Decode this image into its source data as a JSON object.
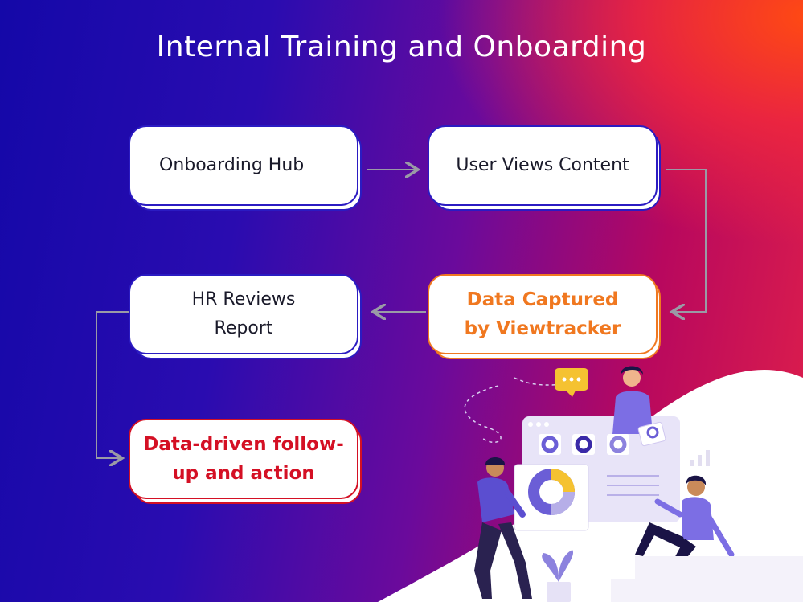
{
  "title": "Internal Training and Onboarding",
  "nodes": {
    "onboarding_hub": "Onboarding Hub",
    "user_views_content": "User Views Content",
    "data_captured": "Data Captured by Viewtracker",
    "hr_reviews": "HR Reviews Report",
    "data_driven": "Data-driven follow-up and action"
  },
  "colors": {
    "border": "#2b1bc2",
    "highlight_orange": "#f07820",
    "highlight_red": "#d41024",
    "arrow": "#9a9aa6"
  },
  "illustration": {
    "chat_bubble": "•••"
  }
}
